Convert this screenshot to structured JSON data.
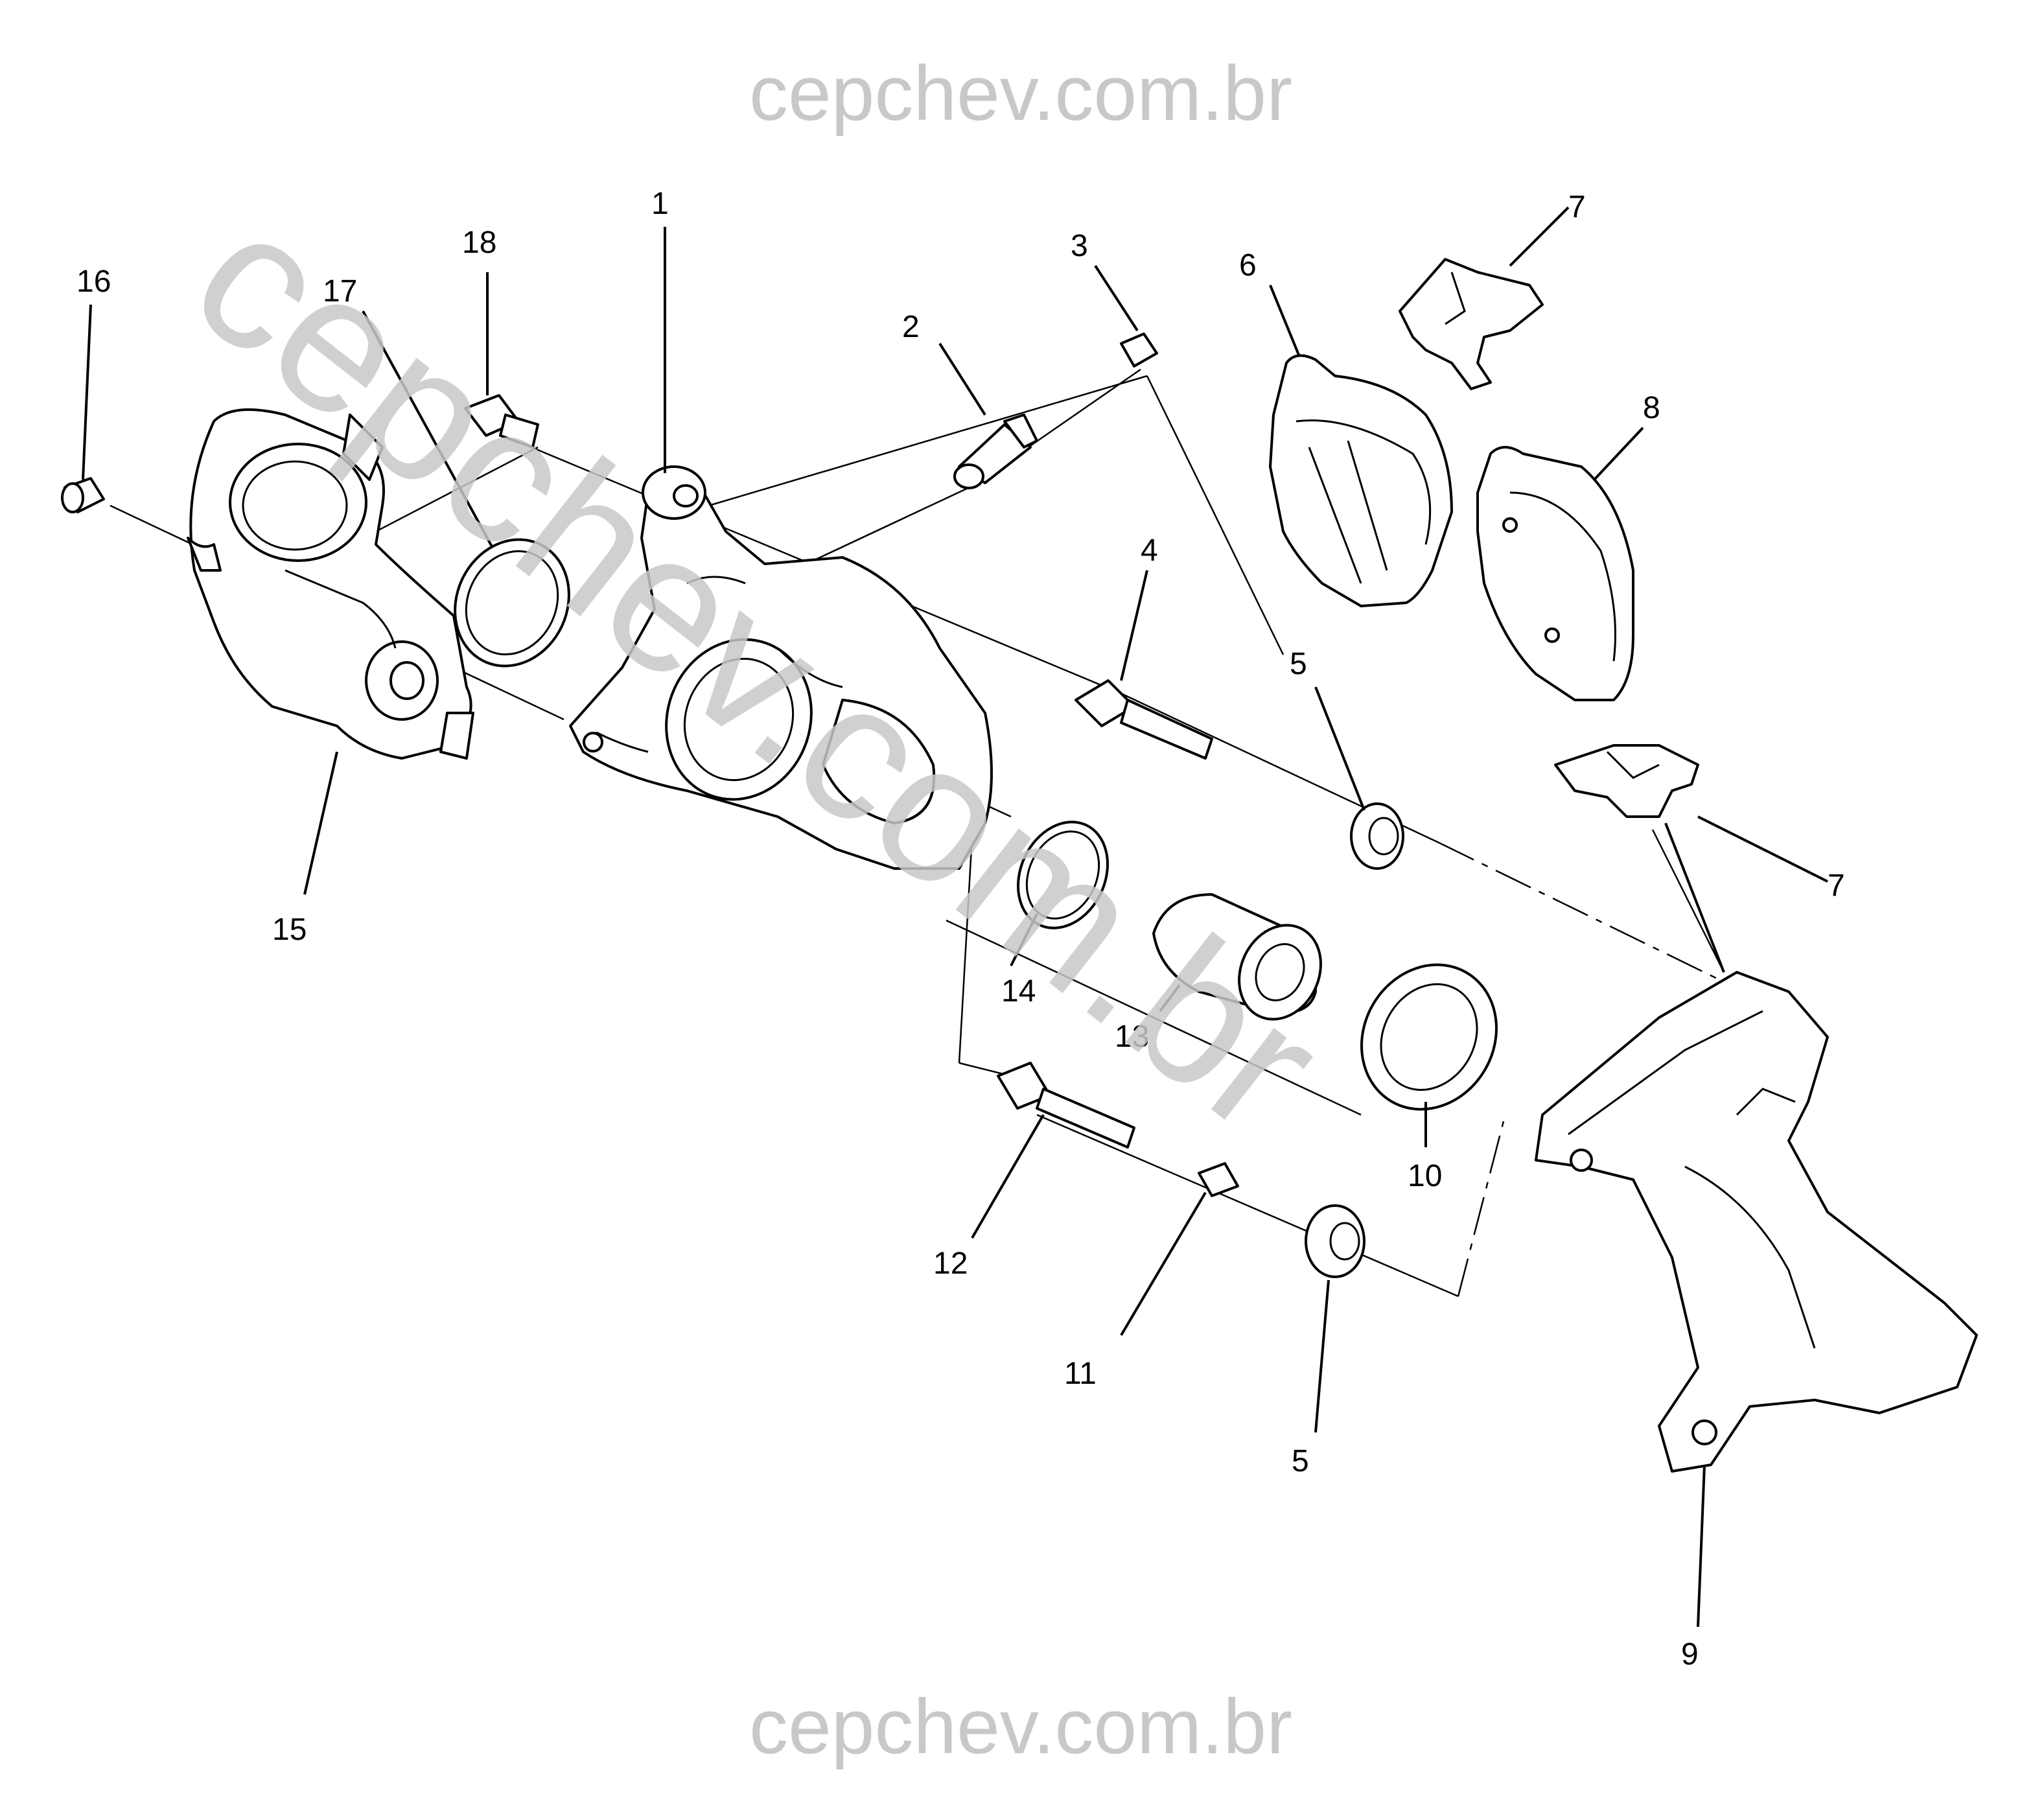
{
  "watermarks": {
    "top": "cepchev.com.br",
    "diagonal": "cepchev.com.br",
    "bottom": "cepchev.com.br"
  },
  "callouts": [
    {
      "id": "c1",
      "label": "1"
    },
    {
      "id": "c2",
      "label": "2"
    },
    {
      "id": "c3",
      "label": "3"
    },
    {
      "id": "c4",
      "label": "4"
    },
    {
      "id": "c5a",
      "label": "5"
    },
    {
      "id": "c5b",
      "label": "5"
    },
    {
      "id": "c6",
      "label": "6"
    },
    {
      "id": "c7a",
      "label": "7"
    },
    {
      "id": "c7b",
      "label": "7"
    },
    {
      "id": "c8",
      "label": "8"
    },
    {
      "id": "c9",
      "label": "9"
    },
    {
      "id": "c10",
      "label": "10"
    },
    {
      "id": "c11",
      "label": "11"
    },
    {
      "id": "c12",
      "label": "12"
    },
    {
      "id": "c13",
      "label": "13"
    },
    {
      "id": "c14",
      "label": "14"
    },
    {
      "id": "c15",
      "label": "15"
    },
    {
      "id": "c16",
      "label": "16"
    },
    {
      "id": "c17",
      "label": "17"
    },
    {
      "id": "c18",
      "label": "18"
    }
  ]
}
